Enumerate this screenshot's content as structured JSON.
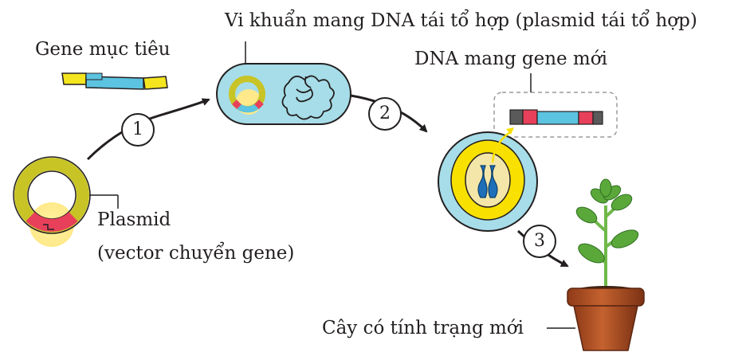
{
  "labels": {
    "target_gene": "Gene mục tiêu",
    "recombinant_bacteria": "Vi khuẩn mang DNA tái tổ hợp (plasmid tái tổ hợp)",
    "new_gene_dna": "DNA mang gene mới",
    "plasmid": "Plasmid",
    "plasmid_sub": "(vector chuyển gene)",
    "plant": "Cây có tính trạng mới"
  },
  "steps": [
    "1",
    "2",
    "3"
  ],
  "colors": {
    "plasmid_ring": "#c8c425",
    "gene_yellow": "#f4e51f",
    "gene_blue": "#5cc3e0",
    "gene_red": "#e8405a",
    "cell_fill": "#a6dde8",
    "nucleus_yellow": "#f8e000",
    "chromosome_blue": "#1e6fb8",
    "pot_brown": "#b8532a",
    "leaf_green": "#5aa83a"
  }
}
